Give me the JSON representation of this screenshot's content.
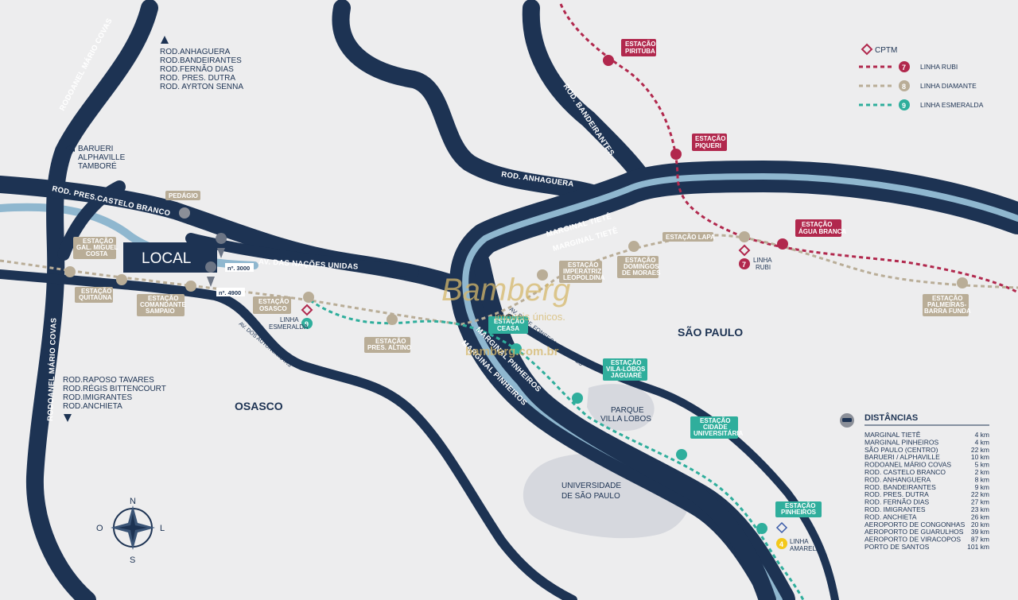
{
  "local_label": "LOCAL",
  "address_tags": [
    "nº. 3000",
    "nº. 4900"
  ],
  "pedagio": "PEDÁGIO",
  "cities": {
    "osasco": "OSASCO",
    "sao_paulo": "SÃO PAULO"
  },
  "areas": {
    "parque": [
      "PARQUE",
      "VILLA LOBOS"
    ],
    "usp": [
      "UNIVERSIDADE",
      "DE SÃO PAULO"
    ]
  },
  "road_labels": {
    "rodoanel_top": "RODOANEL MÁRIO COVAS",
    "rodoanel_left": "RODOANEL MÁRIO COVAS",
    "castelo": "ROD. PRES.CASTELO BRANCO",
    "nacoes": "AV. DAS NAÇÕES UNIDAS",
    "autonomistas": "AV. DOS AUTONOMISTAS",
    "anhaguera": "ROD. ANHAGUERA",
    "bandeirantes": "ROD. BANDEIRANTES",
    "tiete1": "MARGINAL TIETÊ",
    "tiete2": "MARGINAL TIETÊ",
    "pinheiros1": "MARGINAL PINHEIROS",
    "pinheiros2": "MARGINAL PINHEIROS",
    "fonseca": "AV. PROF. FONSECA RODIGUES"
  },
  "direction_groups": {
    "north": [
      "ROD.ANHAGUERA",
      "ROD.BANDEIRANTES",
      "ROD.FERNÃO DIAS",
      "ROD. PRES. DUTRA",
      "ROD. AYRTON SENNA"
    ],
    "west": [
      "BARUERI",
      "ALPHAVILLE",
      "TAMBORÉ"
    ],
    "south": [
      "ROD.RAPOSO TAVARES",
      "ROD.RÉGIS BITTENCOURT",
      "ROD.IMIGRANTES",
      "ROD.ANCHIETA"
    ]
  },
  "stations": {
    "pirituba": [
      "ESTAÇÃO",
      "PIRITUBA"
    ],
    "piqueri": [
      "ESTAÇÃO",
      "PIQUERI"
    ],
    "agua_branca": [
      "ESTAÇÃO",
      "ÁGUA BRANCA"
    ],
    "lapa": [
      "ESTAÇÃO LAPA"
    ],
    "palmeiras": [
      "ESTAÇÃO",
      "PALMEIRAS-",
      "BARRA FUNDA"
    ],
    "domingos": [
      "ESTAÇÃO",
      "DOMINGOS",
      "DE MORAES"
    ],
    "imperatriz": [
      "ESTAÇÃO",
      "IMPERATRIZ",
      "LEOPOLDINA"
    ],
    "gal_miguel": [
      "ESTAÇÃO",
      "GAL. MIGUEL",
      "COSTA"
    ],
    "quitauna": [
      "ESTAÇÃO",
      "QUITAÚNA"
    ],
    "comandante": [
      "ESTAÇÃO",
      "COMANDANTE",
      "SAMPAIO"
    ],
    "osasco": [
      "ESTAÇÃO",
      "OSASCO"
    ],
    "pres_altino": [
      "ESTAÇÃO",
      "PRES. ALTINO"
    ],
    "ceasa": [
      "ESTAÇÃO",
      "CEASA"
    ],
    "vila_lobos": [
      "ESTAÇÃO",
      "VILA-LOBOS",
      "JAGUARÉ"
    ],
    "cidade_univ": [
      "ESTAÇÃO",
      "CIDADE",
      "UNIVERSITÁRIA"
    ],
    "pinheiros": [
      "ESTAÇÃO",
      "PINHEIROS"
    ]
  },
  "line_tags": {
    "rubi": [
      "LINHA",
      "RUBI"
    ],
    "esmeralda": [
      "LINHA",
      "ESMERALDA"
    ],
    "amarela": [
      "LINHA",
      "AMARELA"
    ]
  },
  "legend": {
    "title": "CPTM",
    "lines": [
      {
        "num": "7",
        "name": "LINHA RUBI",
        "color": "#b1284d"
      },
      {
        "num": "8",
        "name": "LINHA DIAMANTE",
        "color": "#b9ad97"
      },
      {
        "num": "9",
        "name": "LINHA ESMERALDA",
        "color": "#2fae9c"
      }
    ]
  },
  "distances": {
    "title": "DISTÂNCIAS",
    "rows": [
      {
        "place": "MARGINAL TIETÊ",
        "km": "4 km"
      },
      {
        "place": "MARGINAL PINHEIROS",
        "km": "4 km"
      },
      {
        "place": "SÃO PAULO (CENTRO)",
        "km": "22 km"
      },
      {
        "place": "BARUERI / ALPHAVILLE",
        "km": "10 km"
      },
      {
        "place": "RODOANEL MÁRIO COVAS",
        "km": "5 km"
      },
      {
        "place": "ROD. CASTELO BRANCO",
        "km": "2 km"
      },
      {
        "place": "ROD. ANHANGUERA",
        "km": "8 km"
      },
      {
        "place": "ROD. BANDEIRANTES",
        "km": "9 km"
      },
      {
        "place": "ROD. PRES. DUTRA",
        "km": "22 km"
      },
      {
        "place": "ROD. FERNÃO DIAS",
        "km": "27 km"
      },
      {
        "place": "ROD. IMIGRANTES",
        "km": "23 km"
      },
      {
        "place": "ROD. ANCHIETA",
        "km": "26 km"
      },
      {
        "place": "AEROPORTO DE CONGONHAS",
        "km": "20 km"
      },
      {
        "place": "AEROPORTO DE GUARULHOS",
        "km": "39 km"
      },
      {
        "place": "AEROPORTO DE VIRACOPOS",
        "km": "87 km"
      },
      {
        "place": "PORTO DE SANTOS",
        "km": "101 km"
      }
    ]
  },
  "compass": {
    "n": "N",
    "s": "S",
    "l": "L",
    "o": "O"
  },
  "watermark": {
    "brand": "Bamberg",
    "tagline": "imóveis únicos.",
    "site": "bamberg.com.br"
  },
  "colors": {
    "road": "#1d3353",
    "river": "#8fb7cf",
    "station_gray": "#b9ad97",
    "station_rubi": "#b1284d",
    "station_esm": "#2fae9c",
    "background": "#ededee"
  }
}
